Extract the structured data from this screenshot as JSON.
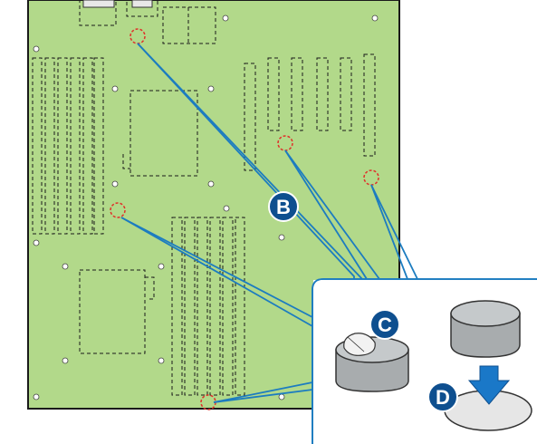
{
  "diagram": {
    "board_color": "#b2d98a",
    "board_edge_color": "#1a1a1a",
    "mount_hole_color": "#ffffff",
    "highlight_circle_color": "#e0302a",
    "leader_line_color": "#1c7cc0",
    "callout_badge_color": "#0e4f8f",
    "arrow_color": "#1a78c8",
    "spacer_color": "#a8acae",
    "washer_color": "#e6e6e6"
  },
  "callouts": [
    {
      "id": "B",
      "label": "B"
    },
    {
      "id": "C",
      "label": "C"
    },
    {
      "id": "D",
      "label": "D"
    }
  ],
  "icons": {
    "press_arrow": "down-arrow-icon",
    "spacer": "standoff-spacer-icon",
    "washer": "adhesive-washer-icon"
  }
}
